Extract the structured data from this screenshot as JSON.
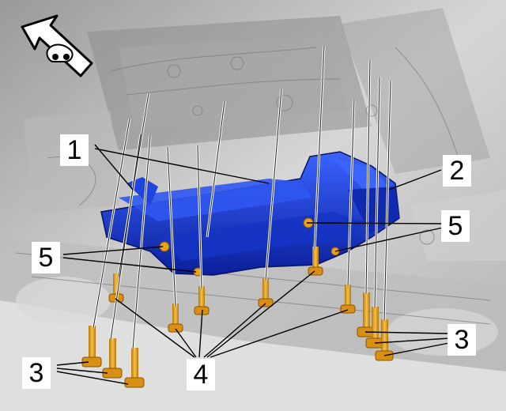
{
  "diagram": {
    "callouts": [
      {
        "id": "callout-1",
        "label": "1"
      },
      {
        "id": "callout-2",
        "label": "2"
      },
      {
        "id": "callout-5-right",
        "label": "5"
      },
      {
        "id": "callout-5-left",
        "label": "5"
      },
      {
        "id": "callout-3-right",
        "label": "3"
      },
      {
        "id": "callout-3-left",
        "label": "3"
      },
      {
        "id": "callout-4",
        "label": "4"
      }
    ],
    "direction_arrow_icon": "front-direction-arrow-icon",
    "colors": {
      "crossmember": "#1c3fd6",
      "crossmember_dark": "#0d2399",
      "bolt": "#e8a21a",
      "bolt_dark": "#b8760a",
      "underbody": "#c9c9c9",
      "leader_line": "#000000"
    }
  }
}
